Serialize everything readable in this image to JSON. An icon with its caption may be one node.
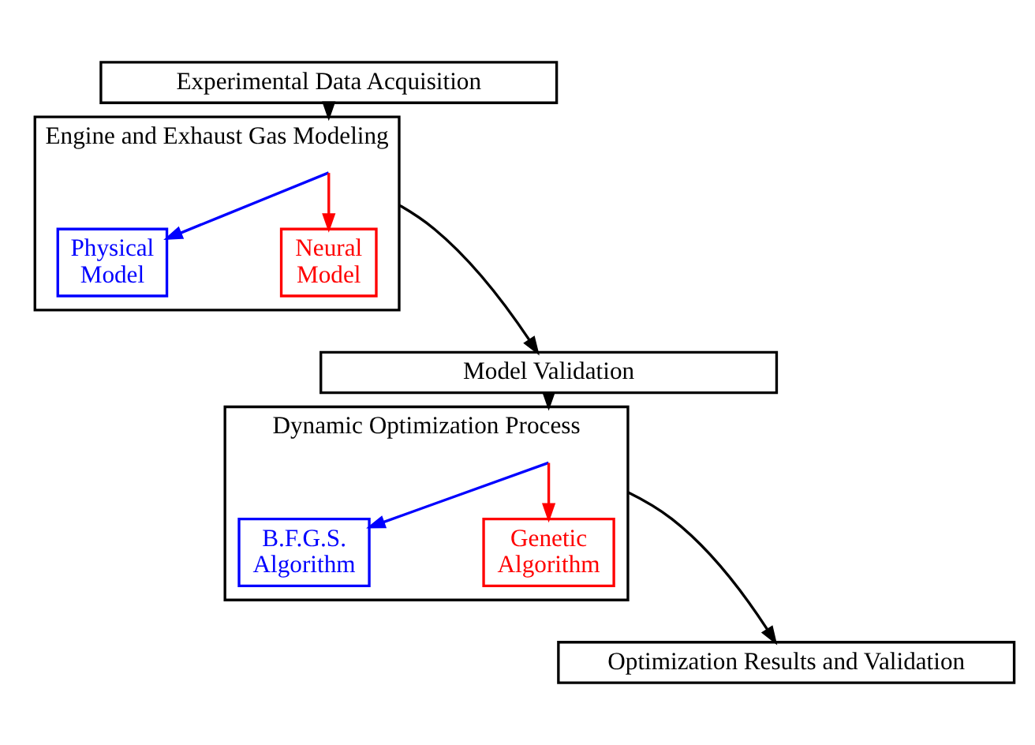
{
  "diagram": {
    "nodes": [
      {
        "text": [
          "Experimental Data Acquisition"
        ]
      },
      {
        "text": [
          "Engine and Exhaust Gas Modeling"
        ]
      },
      {
        "text": [
          "Physical Model"
        ],
        "in": 1
      },
      {
        "text": [
          "Neural Model"
        ],
        "in": 1
      },
      {
        "text": [
          "Model Validation"
        ]
      },
      {
        "text": [
          "Dynamic Optimization Process"
        ]
      },
      {
        "text": [
          "B.F.G.S. Algorithm"
        ],
        "in": 5
      },
      {
        "text": [
          "Genetic Algorithm"
        ],
        "in": 5
      },
      {
        "text": [
          "Optimization Results and Validation"
        ]
      }
    ],
    "edges": [
      {
        "from": 0,
        "to": 1,
        "arrow": "to",
        "color": "#000000"
      },
      {
        "from": 1,
        "to": 2,
        "arrow": "to",
        "color": "#0000ff"
      },
      {
        "from": 1,
        "to": 3,
        "arrow": "to",
        "color": "#ff0000"
      },
      {
        "from": 1,
        "to": 4,
        "arrow": "to",
        "color": "#000000"
      },
      {
        "from": 4,
        "to": 5,
        "arrow": "to",
        "color": "#000000"
      },
      {
        "from": 5,
        "to": 6,
        "arrow": "to",
        "color": "#0000ff"
      },
      {
        "from": 5,
        "to": 7,
        "arrow": "to",
        "color": "#ff0000"
      },
      {
        "from": 5,
        "to": 8,
        "arrow": "to",
        "color": "#000000"
      }
    ]
  }
}
